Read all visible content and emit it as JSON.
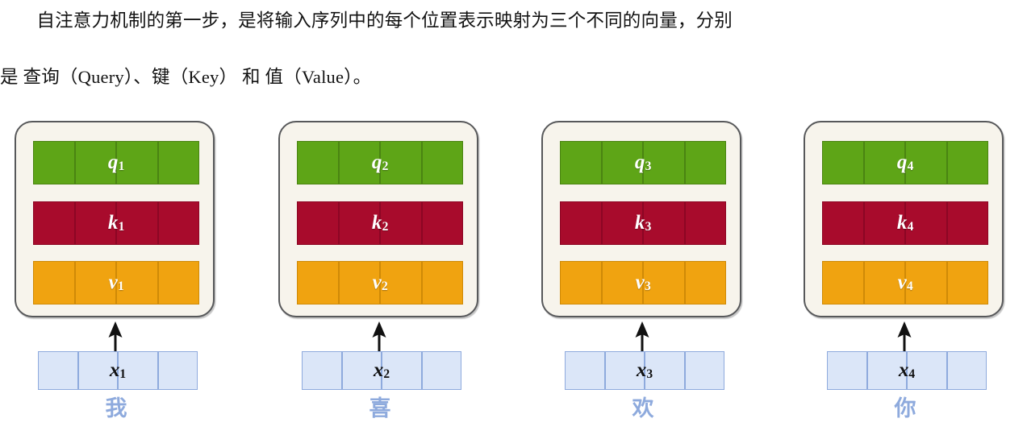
{
  "paragraph": {
    "line1": "　　自注意力机制的第一步，是将输入序列中的每个位置表示映射为三个不同的向量，分别",
    "line2": "是 查询（Query）、键（Key） 和 值（Value）。"
  },
  "diagram": {
    "colors": {
      "query": "#5ea517",
      "key": "#a80b2c",
      "value": "#f0a310",
      "token": "#dbe6f8",
      "token_border": "#8eaadd",
      "card_fill": "#f7f4ec",
      "card_border": "#57585a",
      "label_cn": "#8eaadd",
      "arrow": "#111111"
    },
    "cells_per_vector": 4,
    "columns": [
      {
        "index": 1,
        "query": "q",
        "query_sub": "1",
        "key": "k",
        "key_sub": "1",
        "value": "v",
        "value_sub": "1",
        "token": "x",
        "token_sub": "1",
        "token_cn": "我"
      },
      {
        "index": 2,
        "query": "q",
        "query_sub": "2",
        "key": "k",
        "key_sub": "2",
        "value": "v",
        "value_sub": "2",
        "token": "x",
        "token_sub": "2",
        "token_cn": "喜"
      },
      {
        "index": 3,
        "query": "q",
        "query_sub": "3",
        "key": "k",
        "key_sub": "3",
        "value": "v",
        "value_sub": "3",
        "token": "x",
        "token_sub": "3",
        "token_cn": "欢"
      },
      {
        "index": 4,
        "query": "q",
        "query_sub": "4",
        "key": "k",
        "key_sub": "4",
        "value": "v",
        "value_sub": "4",
        "token": "x",
        "token_sub": "4",
        "token_cn": "你"
      }
    ]
  }
}
